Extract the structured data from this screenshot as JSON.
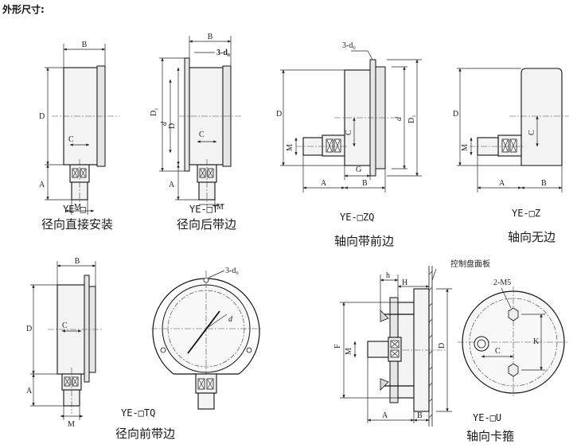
{
  "title": "外形尺寸:",
  "dims": {
    "B": "B",
    "D": "D",
    "C": "C",
    "A": "A",
    "M": "M",
    "G": "G",
    "D1": "D₁",
    "d": "d",
    "d0": "3-d₀",
    "F": "F",
    "H": "H",
    "h": "h",
    "K": "K",
    "M5": "2-M5",
    "panel": "控制盘面板"
  },
  "variants": [
    {
      "model": "YE-□",
      "name": "径向直接安装"
    },
    {
      "model": "YE-□T",
      "name": "径向后带边"
    },
    {
      "model": "YE-□ZQ",
      "name": "轴向带前边"
    },
    {
      "model": "YE-□Z",
      "name": "轴向无边"
    },
    {
      "model": "YE-□TQ",
      "name": "径向前带边"
    },
    {
      "model": "YE-□U",
      "name": "轴向卡箍"
    }
  ]
}
